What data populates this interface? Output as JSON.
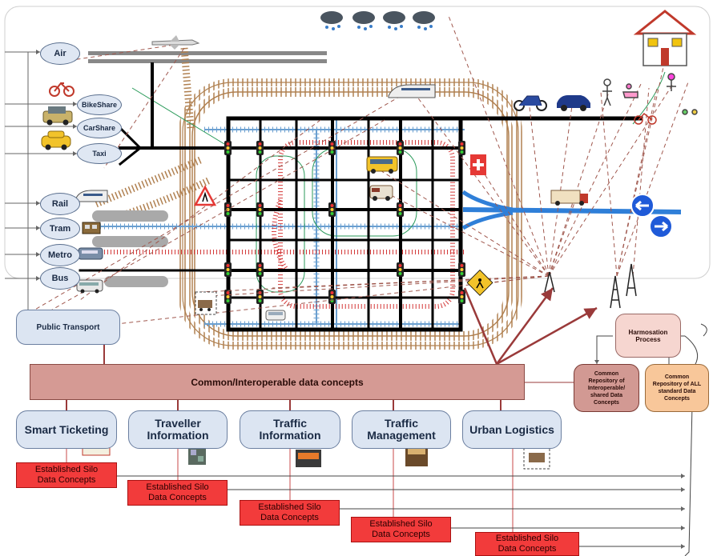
{
  "modes": {
    "air": "Air",
    "bikeshare": "BikeShare",
    "carshare": "CarShare",
    "taxi": "Taxi",
    "rail": "Rail",
    "tram": "Tram",
    "metro": "Metro",
    "bus": "Bus"
  },
  "public_transport": "Public Transport",
  "common_concepts": "Common/Interoperable data concepts",
  "harmonisation": {
    "line1": "Harmosation",
    "line2": "Process"
  },
  "repo_interop": {
    "line1": "Common",
    "line2": "Repository of",
    "line3": "Interoperable/",
    "line4": "shared Data",
    "line5": "Concepts"
  },
  "repo_all": {
    "line1": "Common",
    "line2": "Repository of ALL",
    "line3": "standard Data",
    "line4": "Concepts"
  },
  "domains": [
    {
      "line1": "Smart Ticketing",
      "line2": ""
    },
    {
      "line1": "Traveller",
      "line2": "Information"
    },
    {
      "line1": "Traffic",
      "line2": "Information"
    },
    {
      "line1": "Traffic",
      "line2": "Management"
    },
    {
      "line1": "Urban Logistics",
      "line2": ""
    }
  ],
  "silos": [
    {
      "line1": "Established Silo",
      "line2": "Data Concepts"
    },
    {
      "line1": "Established Silo",
      "line2": "Data Concepts"
    },
    {
      "line1": "Established Silo",
      "line2": "Data Concepts"
    },
    {
      "line1": "Established Silo",
      "line2": "Data Concepts"
    },
    {
      "line1": "Established Silo",
      "line2": "Data Concepts"
    }
  ],
  "colors": {
    "road": "#000000",
    "rail_brown": "#b08050",
    "tram_blue": "#6a9fd0",
    "red_track": "#d43a3a",
    "river": "#2f7fd8",
    "arrow_red": "#9a3a3a"
  },
  "icons": [
    "cloud-rain-icon",
    "house-icon",
    "plane-icon",
    "bicycle-icon",
    "car-icon",
    "taxi-icon",
    "train-icon",
    "tram-icon",
    "metro-icon",
    "bus-icon",
    "motorbike-icon",
    "hospital-icon",
    "warning-sign-icon",
    "traffic-light-icon",
    "antenna-icon",
    "one-way-sign-icon",
    "pedestrian-icon"
  ]
}
